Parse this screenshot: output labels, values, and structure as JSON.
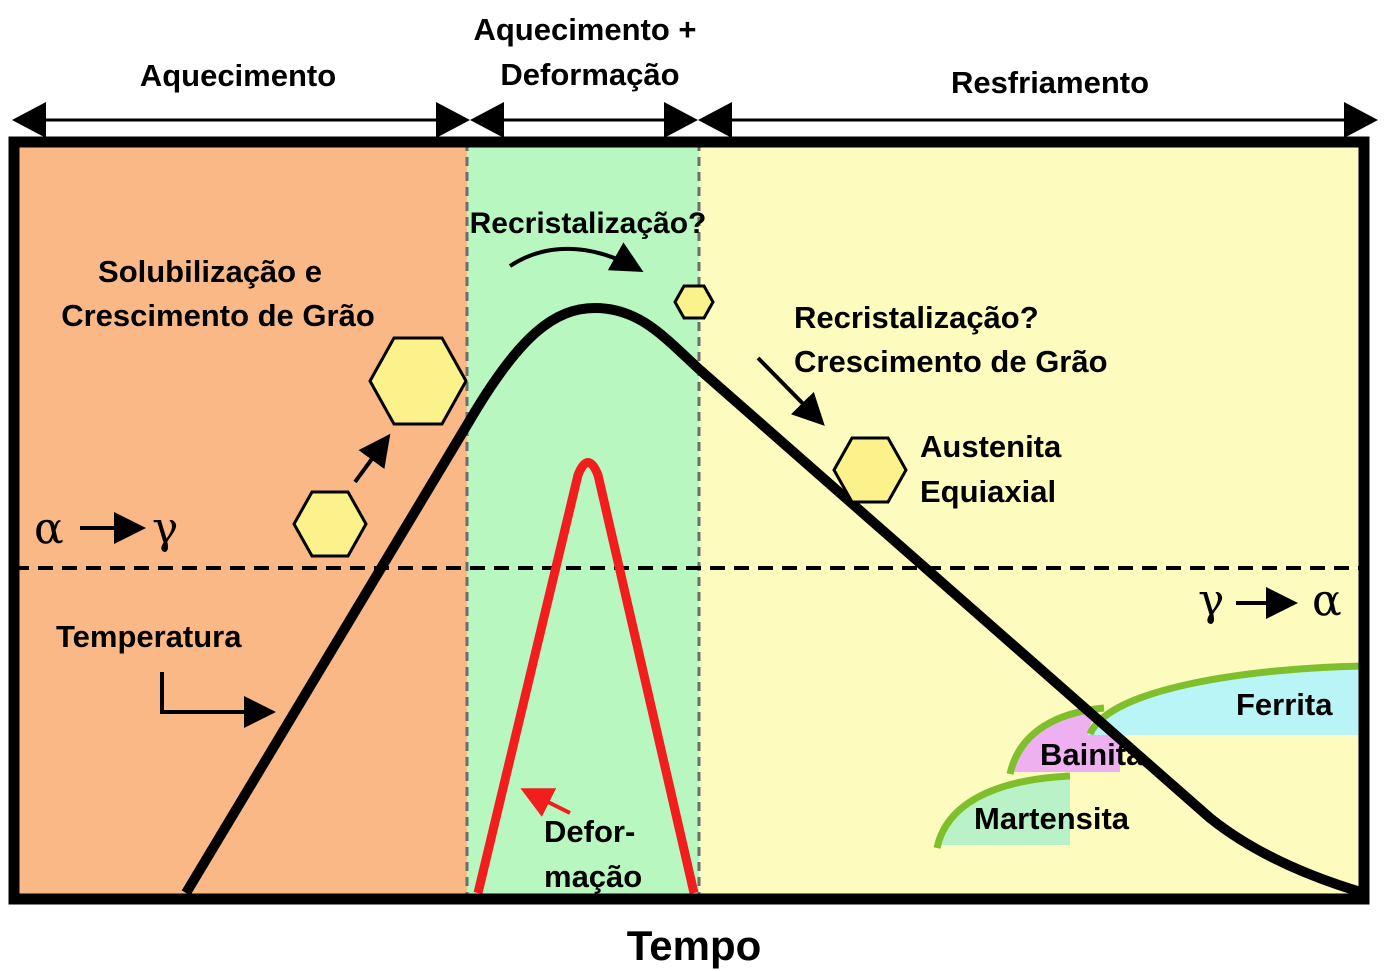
{
  "phases": {
    "heating": "Aquecimento",
    "heating_deformation_line1": "Aquecimento +",
    "heating_deformation_line2": "Deformação",
    "cooling": "Resfriamento"
  },
  "x_axis_label": "Tempo",
  "annotations": {
    "recrystallization_top": "Recristalização?",
    "solubilization_line1": "Solubilização e",
    "solubilization_line2": "Crescimento de Grão",
    "recrystallization_right_line1": "Recristalização?",
    "recrystallization_right_line2": "Crescimento de Grão",
    "austenite_line1": "Austenita",
    "austenite_line2": "Equiaxial",
    "temperature": "Temperatura",
    "deformation_line1": "Defor-",
    "deformation_line2": "mação",
    "ferrite": "Ferrita",
    "bainite": "Bainita",
    "martensite": "Martensita"
  },
  "transformations": {
    "heating_alpha": "α",
    "heating_gamma": "γ",
    "cooling_gamma": "γ",
    "cooling_alpha": "α"
  },
  "colors": {
    "heating_zone": "#f9b886",
    "deformation_zone": "#b8f7c0",
    "cooling_zone": "#fdfbbd",
    "grain_fill": "#fbf28b",
    "deformation_curve": "#f21e1e",
    "phase_boundary": "#7fbf2b",
    "ferrite_region": "#b9f5f6",
    "bainite_region": "#efb0f2",
    "martensite_region": "#b9f2c6"
  }
}
